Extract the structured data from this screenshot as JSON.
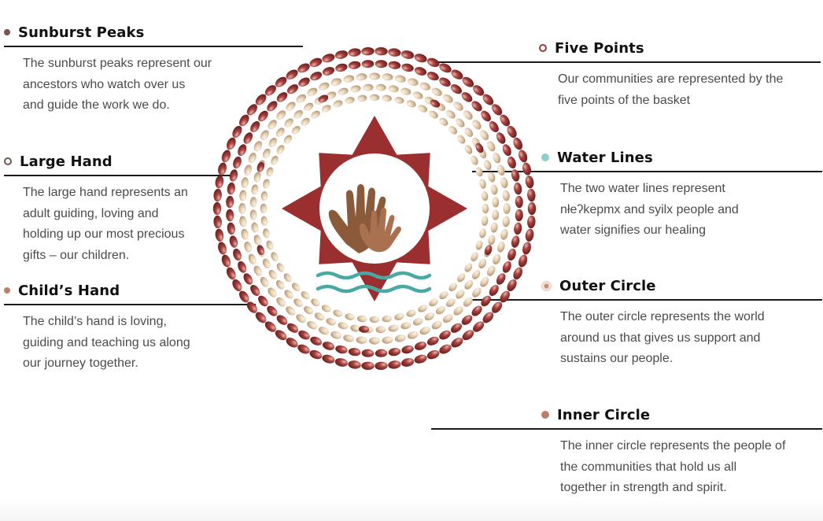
{
  "colors": {
    "peak_red": "#9b2e2e",
    "hand_brown": "#8a5a3a",
    "water_teal": "#4aa9a2",
    "bead_red": "#a8413f",
    "bead_cream": "#e3cfb1"
  },
  "legend_left": [
    {
      "title": "Sunburst Peaks",
      "bullet": "dark-brown-dot",
      "lines": [
        "The sunburst peaks represent our",
        "ancestors who watch over us",
        "and guide the work we do."
      ]
    },
    {
      "title": "Large Hand",
      "bullet": "brown-ring-dot",
      "lines": [
        "The large hand represents an",
        "adult guiding, loving and",
        "holding up our most precious",
        "gifts – our children."
      ]
    },
    {
      "title": "Child’s Hand",
      "bullet": "tan-dot",
      "lines": [
        "The child’s hand is loving,",
        "guiding and teaching us along",
        "our journey together."
      ]
    }
  ],
  "legend_right": [
    {
      "title": "Five Points",
      "bullet": "red-ring-dot",
      "lines": [
        "Our communities are represented by the",
        "five points of the basket"
      ]
    },
    {
      "title": "Water Lines",
      "bullet": "teal-dot",
      "lines": [
        "The two water lines represent",
        "nłeʔkepmx and syilx people and",
        "water signifies our healing"
      ]
    },
    {
      "title": "Outer Circle",
      "bullet": "bead-dot",
      "lines": [
        "The outer circle represents the world",
        "around us that gives us support and",
        "sustains our people."
      ]
    },
    {
      "title": "Inner Circle",
      "bullet": "rose-dot",
      "lines": [
        "The inner circle represents the people of",
        "the communities that hold us all",
        "together in strength and spirit."
      ]
    }
  ]
}
